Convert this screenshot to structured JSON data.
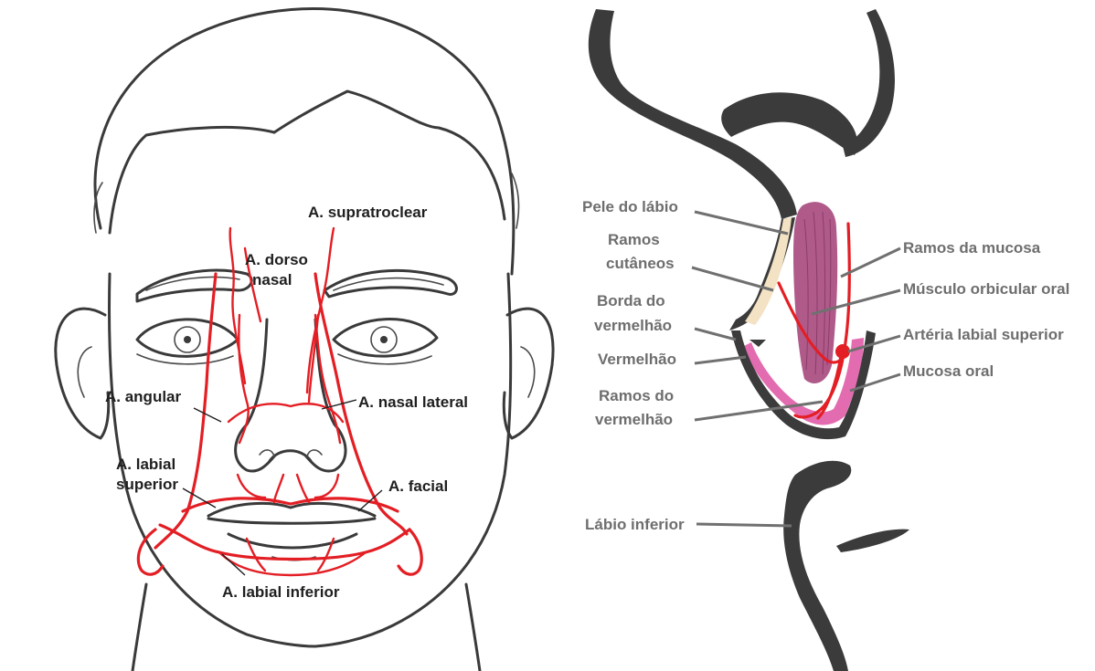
{
  "left_labels": {
    "supratroclear": "A. supratroclear",
    "dorso_nasal_1": "A. dorso",
    "dorso_nasal_2": "nasal",
    "angular": "A. angular",
    "nasal_lateral": "A. nasal lateral",
    "labial_superior_1": "A. labial",
    "labial_superior_2": "superior",
    "facial": "A. facial",
    "labial_inferior": "A. labial inferior"
  },
  "right_labels": {
    "pele_labio": "Pele do lábio",
    "ramos_cutaneos_1": "Ramos",
    "ramos_cutaneos_2": "cutâneos",
    "borda_vermelhao_1": "Borda do",
    "borda_vermelhao_2": "vermelhão",
    "vermelhao": "Vermelhão",
    "ramos_vermelhao_1": "Ramos do",
    "ramos_vermelhao_2": "vermelhão",
    "labio_inferior": "Lábio inferior",
    "ramos_mucosa": "Ramos da mucosa",
    "musculo_orbicular": "Músculo orbicular oral",
    "arteria_labial_superior": "Artéria labial superior",
    "mucosa_oral": "Mucosa oral"
  },
  "colors": {
    "artery": "#e31e24",
    "muscle": "#b05a8a",
    "mucosa": "#e36bb0",
    "skin": "#f3e2c4",
    "profile": "#3b3b3b"
  }
}
